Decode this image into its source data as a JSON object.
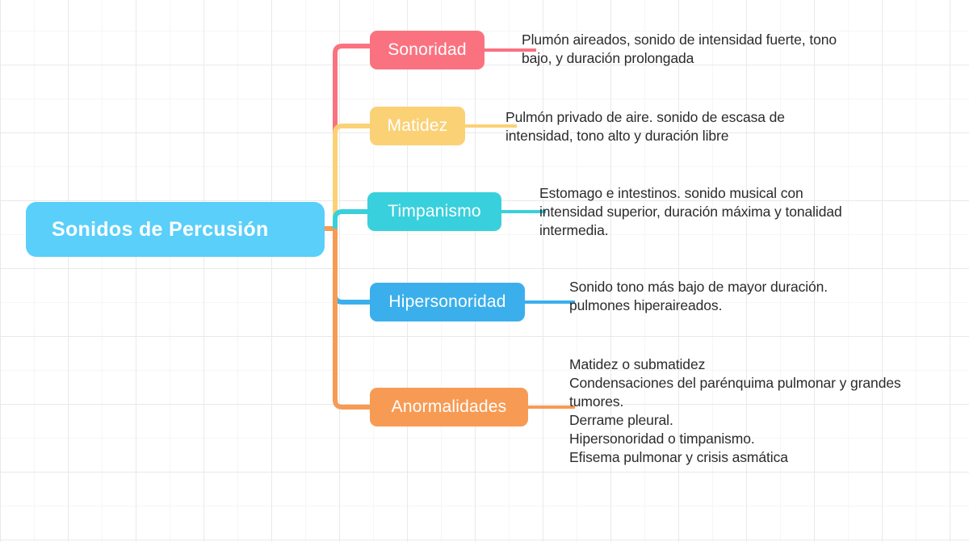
{
  "diagram": {
    "type": "mind-map",
    "title": "Sonidos de Percusión",
    "root": {
      "label": "Sonidos de Percusión",
      "color": "#5ACFFA",
      "text_color": "#FFFFFF"
    },
    "background": {
      "color": "#FFFFFF",
      "grid": "true",
      "grid_minor_color": "#F6F6F6",
      "grid_major_color": "#E9E9E9"
    },
    "branches": [
      {
        "label": "Sonoridad",
        "color": "#FA7280",
        "description": "Plumón aireados, sonido de intensidad fuerte, tono\nbajo, y duración prolongada"
      },
      {
        "label": "Matidez",
        "color": "#FBD176",
        "description": "Pulmón privado de aire. sonido de escasa de\nintensidad, tono alto y duración libre"
      },
      {
        "label": "Timpanismo",
        "color": "#38D0DC",
        "description": "Estomago e intestinos. sonido musical con\nintensidad superior, duración máxima y tonalidad\nintermedia."
      },
      {
        "label": "Hipersonoridad",
        "color": "#3BAFEC",
        "description": "Sonido tono más bajo de mayor duración.\n pulmones hiperaireados."
      },
      {
        "label": "Anormalidades",
        "color": "#F79B54",
        "description": "Matidez o submatidez\nCondensaciones del parénquima pulmonar y grandes\ntumores.\nDerrame pleural.\nHipersonoridad o timpanismo.\nEfisema pulmonar y crisis asmática"
      }
    ]
  }
}
